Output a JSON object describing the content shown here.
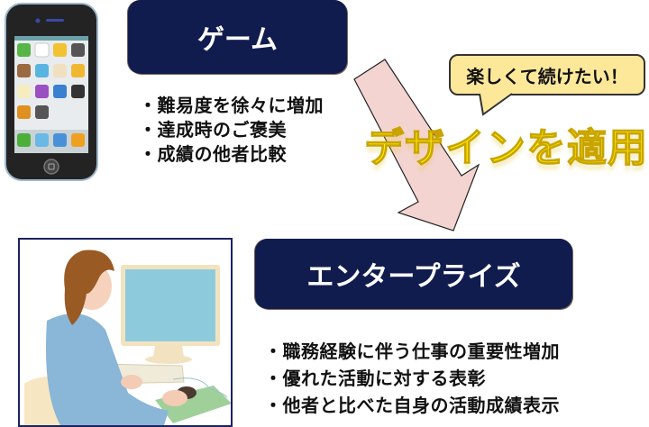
{
  "game": {
    "title": "ゲーム",
    "bullets": [
      "・難易度を徐々に増加",
      "・達成時のご褒美",
      "・成績の他者比較"
    ]
  },
  "enterprise": {
    "title": "エンタープライズ",
    "bullets": [
      "・職務経験に伴う仕事の重要性増加",
      "・優れた活動に対する表彰",
      "・他者と比べた自身の活動成績表示"
    ]
  },
  "callout": {
    "text": "楽しくて続けたい！"
  },
  "transition": {
    "label": "デザインを適用"
  },
  "colors": {
    "title_box": "#111c4e",
    "callout_fill": "#fde89a",
    "arrow_fill": "#f4d4d0",
    "design_text": "#fff200",
    "photo_frame": "#1a2360"
  },
  "images": {
    "phone": "smartphone-illustration",
    "office": "woman-at-computer-illustration"
  }
}
